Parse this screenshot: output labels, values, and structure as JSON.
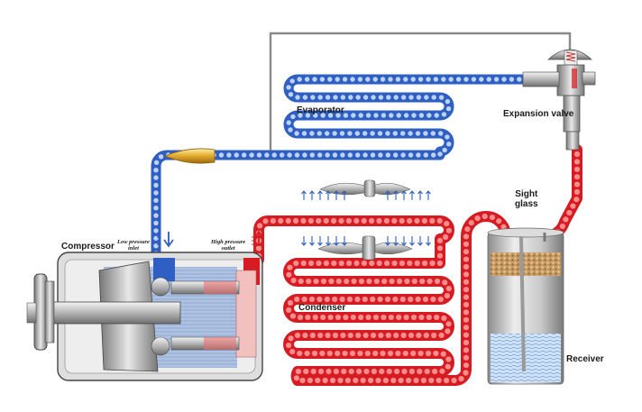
{
  "labels": {
    "evaporator": "Evaporator",
    "expansion_valve": "Expansion valve",
    "sight_glass_line1": "Sight",
    "sight_glass_line2": "glass",
    "compressor": "Compressor",
    "low_pressure_line1": "Low pressure",
    "low_pressure_line2": "inlet",
    "high_pressure_line1": "High pressure",
    "high_pressure_line2": "outlet",
    "condenser": "Condenser",
    "receiver": "Receiver"
  },
  "colors": {
    "low_pressure_tube": "#2f5fc2",
    "low_pressure_bubble": "#bcd3f6",
    "high_pressure_tube": "#d61c22",
    "high_pressure_bubble": "#ff8d8d",
    "housing": "#d4d4d4",
    "filter_drier": "#e2a92a",
    "desiccant": "#c89a62",
    "liquid": "#cfe2f6",
    "control_line": "#8a8a8a"
  },
  "icons": [
    "compressor-pulley-icon",
    "fan-blade-icon",
    "airflow-arrow-icon",
    "refrigerant-flow-arrow-icon",
    "valve-spring-icon"
  ]
}
